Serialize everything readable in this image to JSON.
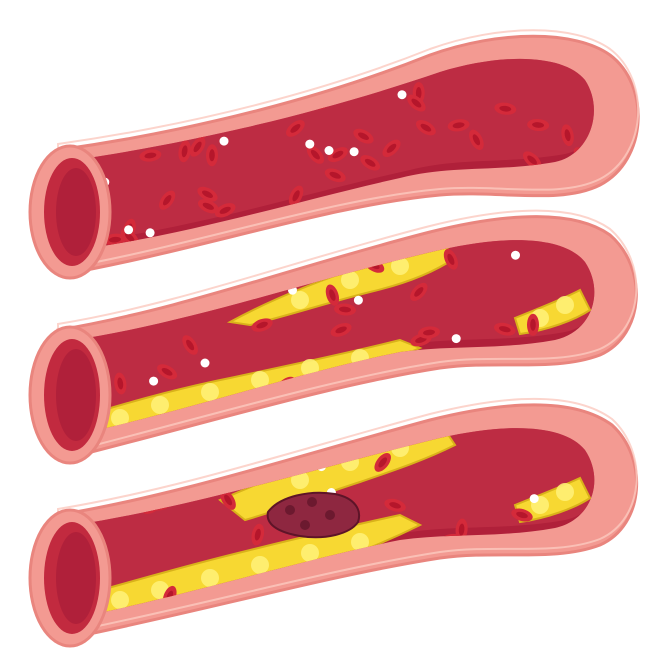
{
  "colors": {
    "background": "#ffffff",
    "outer_wall": "#f39a92",
    "outer_wall_shade": "#e9857e",
    "wall_highlight": "#fbc9bf",
    "inner_wall": "#c22a3f",
    "lumen": "#b0203a",
    "lumen_light": "#c8374b",
    "rbc": "#d42a3a",
    "rbc_center": "#b5162b",
    "wbc": "#ffffff",
    "plaque": "#f7d832",
    "plaque_light": "#fff27a",
    "plaque_dark": "#d9b21a",
    "clot": "#8e2740",
    "clot_dark": "#5e1428"
  },
  "arteries": [
    {
      "name": "healthy-artery",
      "plaque_level": 0,
      "clot": false
    },
    {
      "name": "narrowed-artery",
      "plaque_level": 0.5,
      "clot": false
    },
    {
      "name": "blocked-artery",
      "plaque_level": 0.8,
      "clot": true
    }
  ]
}
